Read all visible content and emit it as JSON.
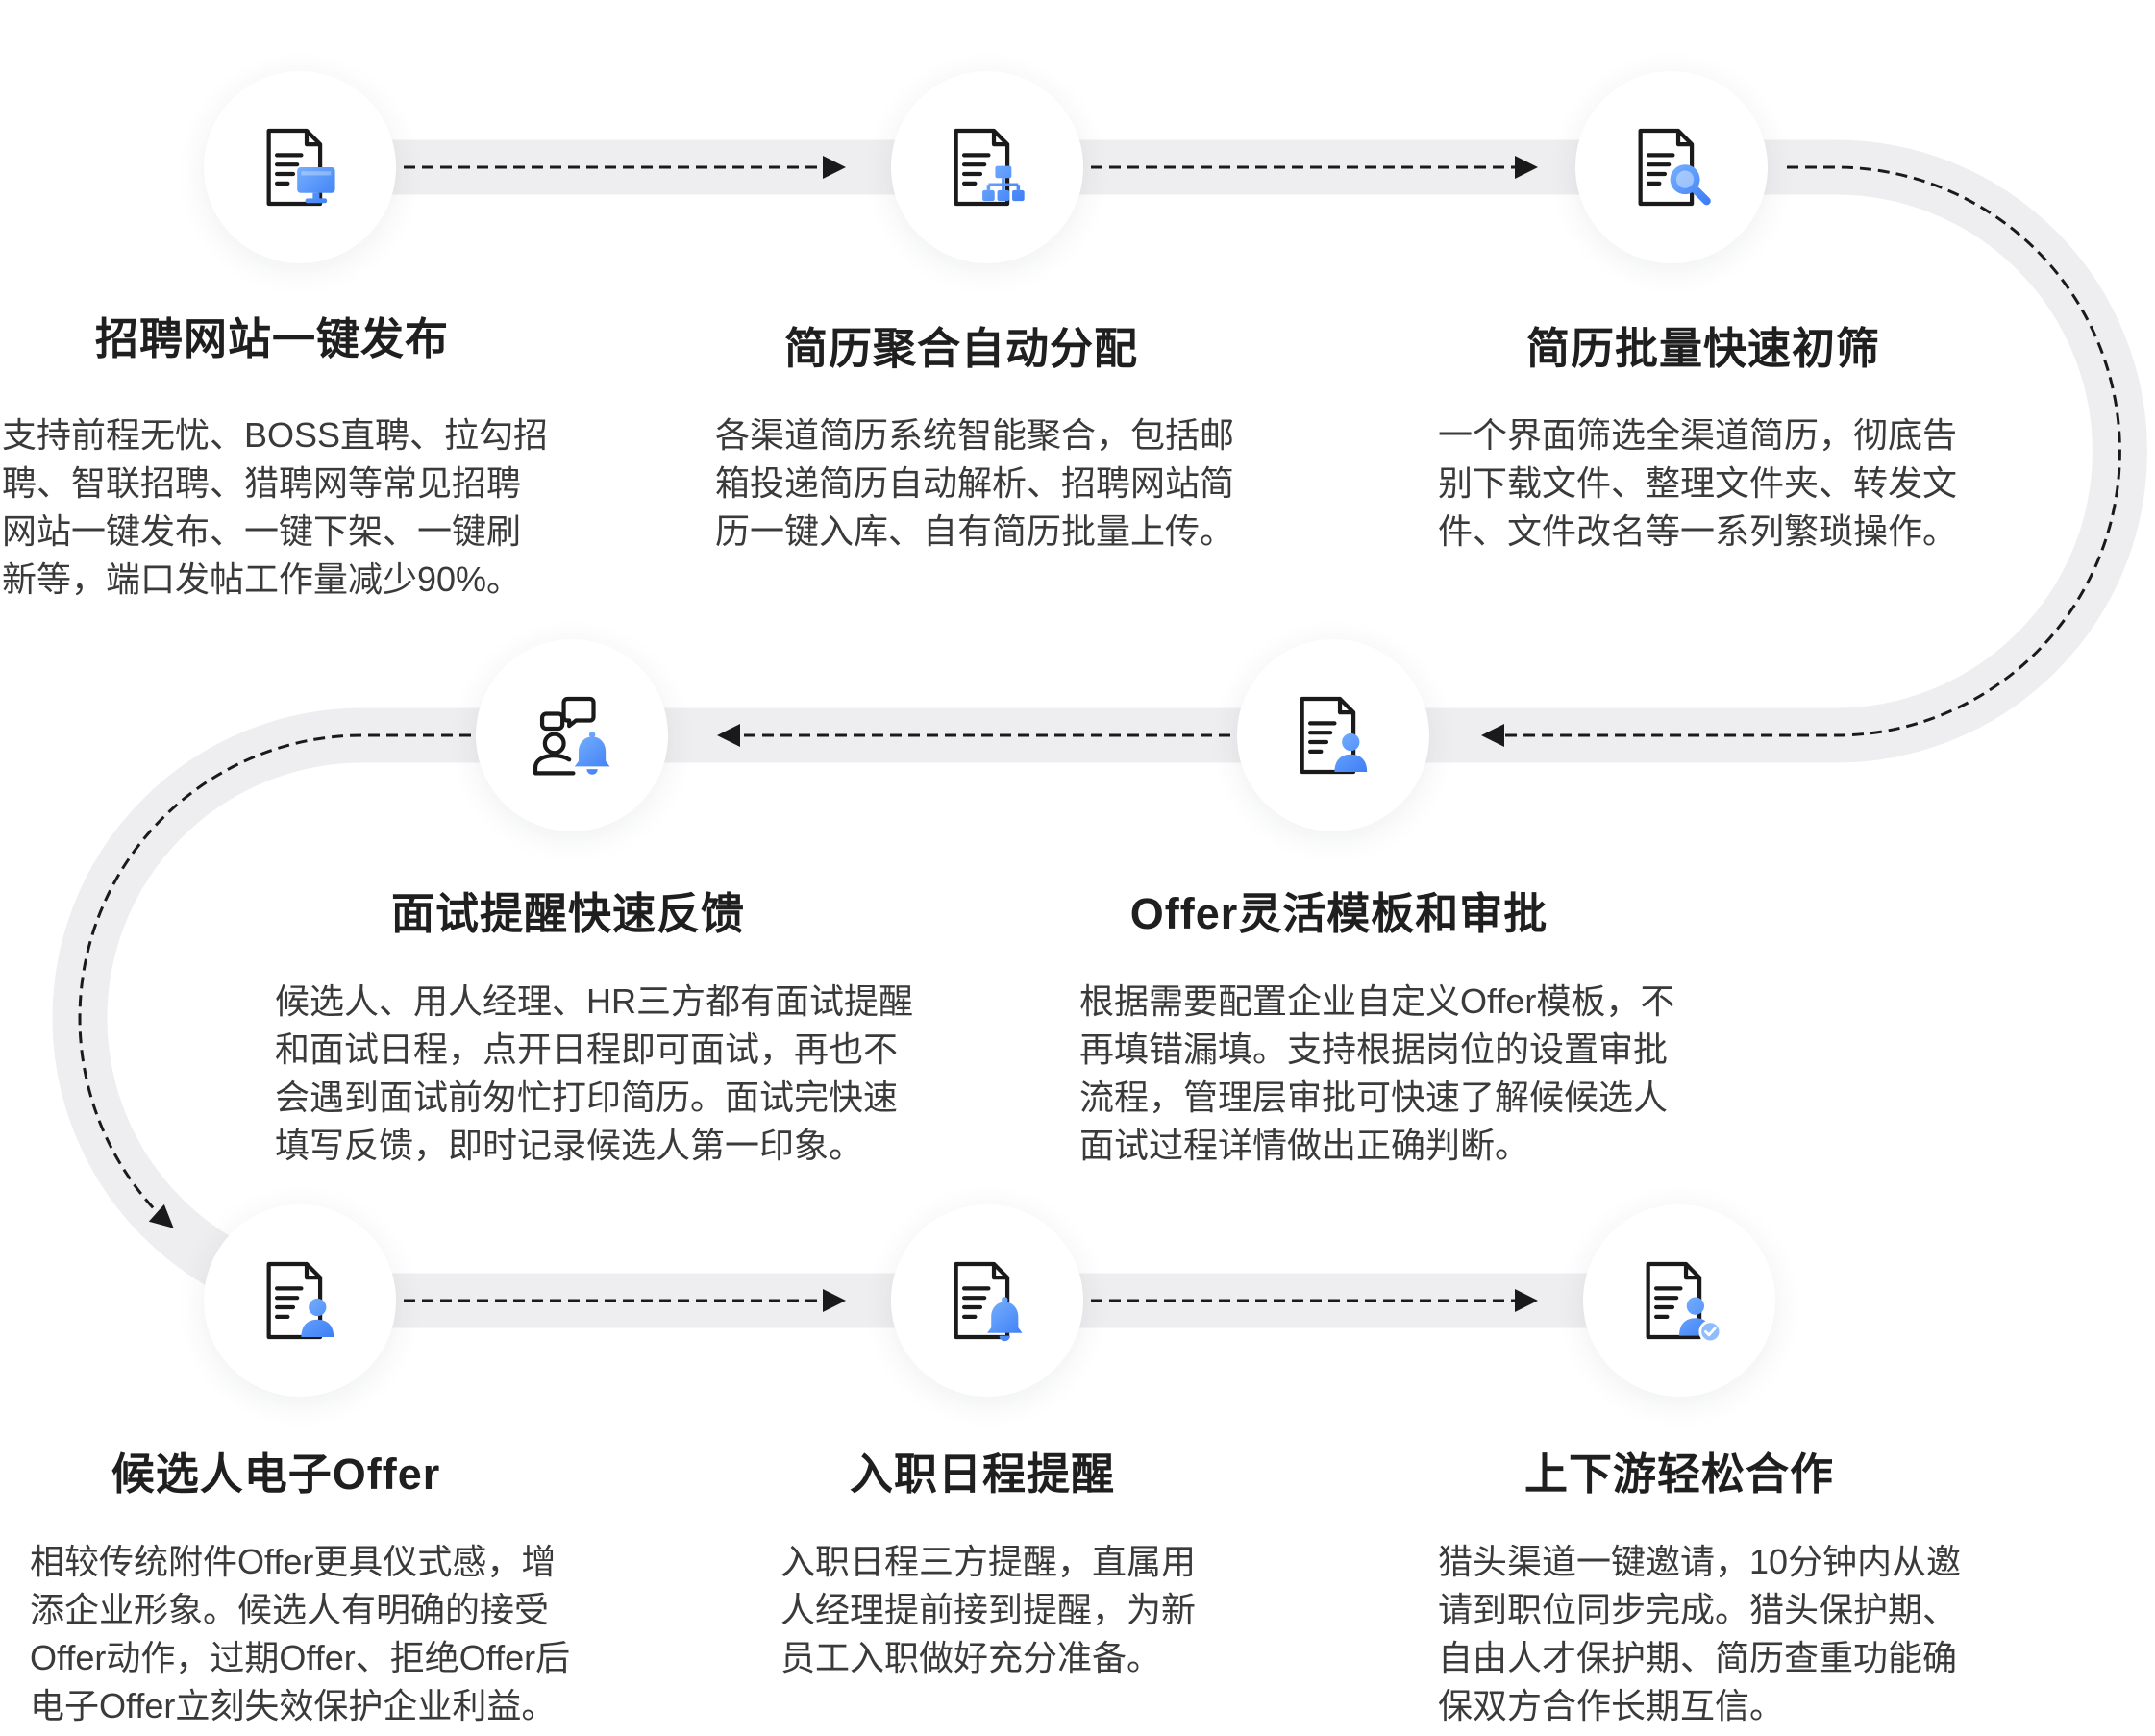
{
  "colors": {
    "track": "#eeeef0",
    "dash": "#1a1a1a",
    "title": "#1f1f1f",
    "body": "#3a3a3a",
    "accent": "#3b7cf5",
    "accent_light": "#7ab3ff"
  },
  "steps": [
    {
      "icon": "document-monitor-icon",
      "title": "招聘网站一键发布",
      "desc": [
        "支持前程无忧、BOSS直聘、拉勾招",
        "聘、智联招聘、猎聘网等常见招聘",
        "网站一键发布、一键下架、一键刷",
        "新等，端口发帖工作量减少90%。"
      ]
    },
    {
      "icon": "document-sitemap-icon",
      "title": "简历聚合自动分配",
      "desc": [
        "各渠道简历系统智能聚合，包括邮",
        "箱投递简历自动解析、招聘网站简",
        "历一键入库、自有简历批量上传。"
      ]
    },
    {
      "icon": "document-search-icon",
      "title": "简历批量快速初筛",
      "desc": [
        "一个界面筛选全渠道简历，彻底告",
        "别下载文件、整理文件夹、转发文",
        "件、文件改名等一系列繁琐操作。"
      ]
    },
    {
      "icon": "document-person-icon",
      "title": "Offer灵活模板和审批",
      "desc": [
        "根据需要配置企业自定义Offer模板，不",
        "再填错漏填。支持根据岗位的设置审批",
        "流程，管理层审批可快速了解候候选人",
        "面试过程详情做出正确判断。"
      ]
    },
    {
      "icon": "chat-person-bell-icon",
      "title": "面试提醒快速反馈",
      "desc": [
        "候选人、用人经理、HR三方都有面试提醒",
        "和面试日程，点开日程即可面试，再也不",
        "会遇到面试前匆忙打印简历。面试完快速",
        "填写反馈，即时记录候选人第一印象。"
      ]
    },
    {
      "icon": "document-person-icon",
      "title": "候选人电子Offer",
      "desc": [
        "相较传统附件Offer更具仪式感，增",
        "添企业形象。候选人有明确的接受",
        "Offer动作，过期Offer、拒绝Offer后",
        "电子Offer立刻失效保护企业利益。"
      ]
    },
    {
      "icon": "document-bell-icon",
      "title": "入职日程提醒",
      "desc": [
        "入职日程三方提醒，直属用",
        "人经理提前接到提醒，为新",
        "员工入职做好充分准备。"
      ]
    },
    {
      "icon": "document-person-check-icon",
      "title": "上下游轻松合作",
      "desc": [
        "猎头渠道一键邀请，10分钟内从邀",
        "请到职位同步完成。猎头保护期、",
        "自由人才保护期、简历查重功能确",
        "保双方合作长期互信。"
      ]
    }
  ]
}
